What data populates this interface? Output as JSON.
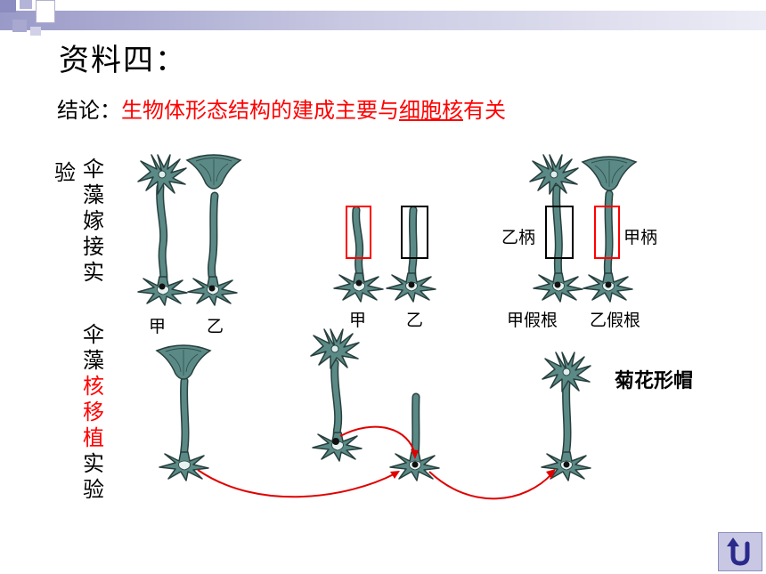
{
  "title": "资料四：",
  "conclusion": {
    "prefix": "结论：",
    "part1": "生物体形态结构的建成主要与",
    "underlined": "细胞核",
    "part2": "有关"
  },
  "side_labels": {
    "exp1_stray": "验",
    "exp1": "伞藻嫁接实",
    "exp2_normal1": "伞藻",
    "exp2_red": "核移植",
    "exp2_normal2": "实验"
  },
  "labels": {
    "a1": "甲",
    "b1": "乙",
    "a2": "甲",
    "b2": "乙",
    "stalk_b": "乙柄",
    "stalk_a": "甲柄",
    "root_a": "甲假根",
    "root_b": "乙假根",
    "result": "菊花形帽"
  },
  "colors": {
    "plant": "#5b8a86",
    "plant_dark": "#27403e",
    "highlight": "#ff0000",
    "arrow": "#e00000"
  },
  "nav": {
    "icon": "u-turn-icon"
  }
}
